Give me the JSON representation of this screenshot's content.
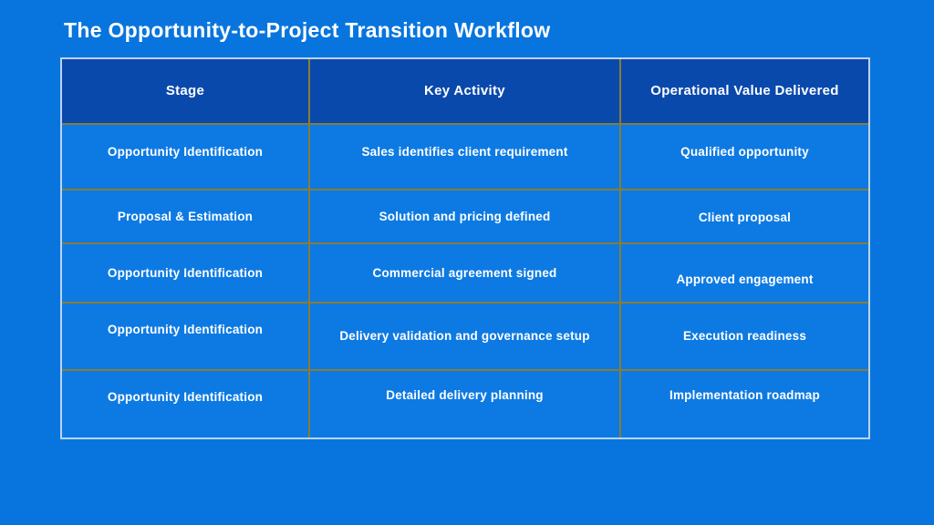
{
  "title": "The Opportunity-to-Project Transition Workflow",
  "table": {
    "headers": [
      "Stage",
      "Key Activity",
      "Operational Value Delivered"
    ],
    "rows": [
      [
        "Opportunity Identification",
        "Sales identifies client requirement",
        "Qualified opportunity"
      ],
      [
        "Proposal & Estimation",
        "Solution and pricing defined",
        "Client proposal"
      ],
      [
        "Opportunity Identification",
        "Commercial agreement signed",
        "Approved engagement"
      ],
      [
        "Opportunity Identification",
        "Delivery validation and governance setup",
        "Execution readiness"
      ],
      [
        "Opportunity Identification",
        "Detailed delivery planning",
        "Implementation roadmap"
      ]
    ]
  },
  "colors": {
    "page_background": "#0875DE",
    "header_background": "#0A49AC",
    "cell_background": "#0D7AE3",
    "grid_line": "#8A7C34",
    "outer_border": "#BAD3EF",
    "text": "#FFFFFF"
  }
}
